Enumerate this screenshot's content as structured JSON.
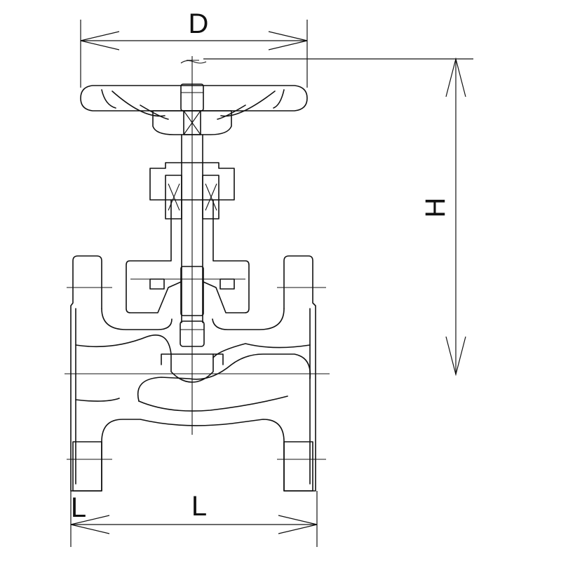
{
  "dimensions": {
    "D": "D",
    "H": "H",
    "L": "L"
  },
  "corner_mark": "L"
}
